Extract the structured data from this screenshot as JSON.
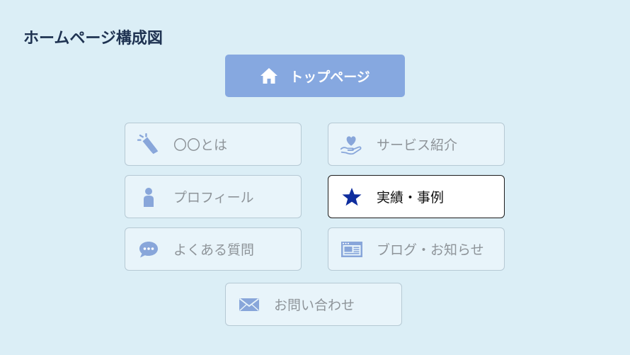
{
  "title": "ホームページ構成図",
  "top_page": {
    "label": "トップページ",
    "icon": "home-icon"
  },
  "items": [
    {
      "label": "〇〇とは",
      "icon": "megaphone-icon",
      "active": false
    },
    {
      "label": "サービス紹介",
      "icon": "heart-hand-icon",
      "active": false
    },
    {
      "label": "プロフィール",
      "icon": "person-icon",
      "active": false
    },
    {
      "label": "実績・事例",
      "icon": "star-icon",
      "active": true
    },
    {
      "label": "よくある質問",
      "icon": "chat-bubble-icon",
      "active": false
    },
    {
      "label": "ブログ・お知らせ",
      "icon": "browser-window-icon",
      "active": false
    },
    {
      "label": "お問い合わせ",
      "icon": "envelope-icon",
      "active": false
    }
  ],
  "colors": {
    "background": "#dbeef6",
    "top_page_fill": "#86a8e0",
    "icon": "#88a6da",
    "active_icon": "#0e2d9e",
    "box_fill": "#e8f4fa",
    "box_border": "#b6c9d4"
  }
}
